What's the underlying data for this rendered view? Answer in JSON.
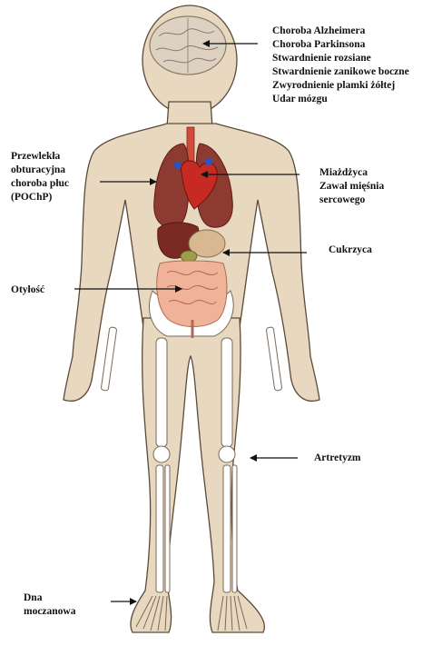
{
  "colors": {
    "skin": "#e8d8c0",
    "skin_outline": "#5a4a3a",
    "brain": "#ddd2c2",
    "lungs": "#8d3a30",
    "heart": "#c62a22",
    "liver": "#7a2a22",
    "stomach": "#d8b890",
    "intestines": "#f1b29a",
    "bones": "#ffffff",
    "arrow": "#111111"
  },
  "labels": {
    "brain": [
      "Choroba Alzheimera",
      "Choroba Parkinsona",
      "Stwardnienie rozsiane",
      "Stwardnienie zanikowe boczne",
      "Zwyrodnienie plamki żółtej",
      "Udar mózgu"
    ],
    "copd": [
      "Przewlekła",
      "obturacyjna",
      "choroba płuc",
      "(POChP)"
    ],
    "heart": [
      "Miażdżyca",
      "Zawał mięśnia",
      "sercowego"
    ],
    "diabetes": "Cukrzyca",
    "obesity": "Otyłość",
    "arthritis": "Artretyzm",
    "gout": [
      "Dna",
      "moczanowa"
    ]
  }
}
